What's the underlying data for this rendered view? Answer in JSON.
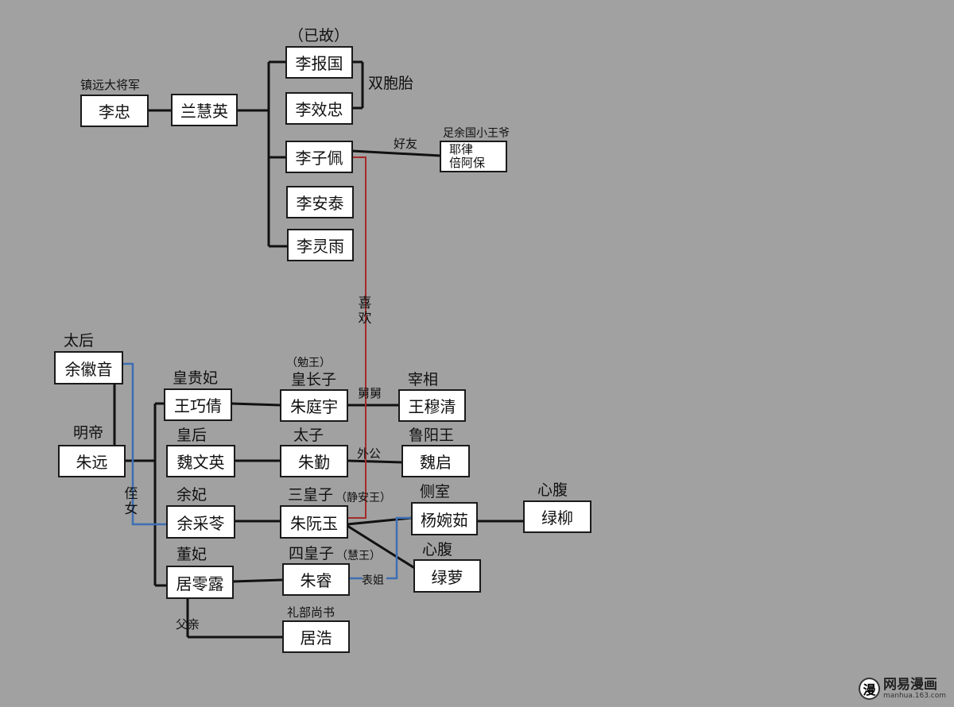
{
  "people": {
    "li_zhong": "李忠",
    "lan_huiying": "兰慧英",
    "li_baoguo": "李报国",
    "li_xiaozhong": "李效忠",
    "li_zipei": "李子佩",
    "li_antai": "李安泰",
    "li_lingyu": "李灵雨",
    "yelv_line1": "耶律",
    "yelv_line2": "倍阿保",
    "yu_huiyin": "余徽音",
    "zhu_yuan": "朱远",
    "wang_qiaoqian": "王巧倩",
    "wei_wenying": "魏文英",
    "yu_cailing": "余采苓",
    "ju_linglu": "居零露",
    "zhu_tingyu": "朱庭宇",
    "zhu_qin": "朱勤",
    "zhu_ruanyu": "朱阮玉",
    "zhu_rui": "朱睿",
    "ju_hao": "居浩",
    "wang_muqing": "王穆清",
    "wei_qi": "魏启",
    "yang_wanru": "杨婉茹",
    "lv_liu": "绿柳",
    "lv_luo": "绿萝"
  },
  "titles": {
    "deceased": "（已故）",
    "zhenyuan_general": "镇远大将军",
    "zuyu_prince": "足余国小王爷",
    "empress_dowager": "太后",
    "ming_emperor": "明帝",
    "noble_consort": "皇贵妃",
    "empress": "皇后",
    "consort_yu": "余妃",
    "consort_dong": "董妃",
    "mian_wang": "（勉王）",
    "eldest_prince": "皇长子",
    "crown_prince": "太子",
    "third_prince": "三皇子",
    "jingan_wang": "（静安王）",
    "fourth_prince": "四皇子",
    "hui_wang": "（慧王）",
    "chancellor": "宰相",
    "luyang_wang": "鲁阳王",
    "side_consort": "侧室",
    "confidant_1": "心腹",
    "confidant_2": "心腹",
    "rites_minister": "礼部尚书"
  },
  "relations": {
    "twins": "双胞胎",
    "friend": "好友",
    "likes": "喜欢",
    "maternal_uncle": "舅舅",
    "maternal_grandfather": "外公",
    "niece": "侄女",
    "cousin_sister": "表姐",
    "father": "父亲"
  },
  "colors": {
    "background": "#a1a1a1",
    "line": "#111111",
    "love_line": "#a52a2a",
    "blood_line": "#3d6fb4"
  },
  "watermark": {
    "icon_char": "漫",
    "name": "网易漫画",
    "url": "manhua.163.com"
  }
}
